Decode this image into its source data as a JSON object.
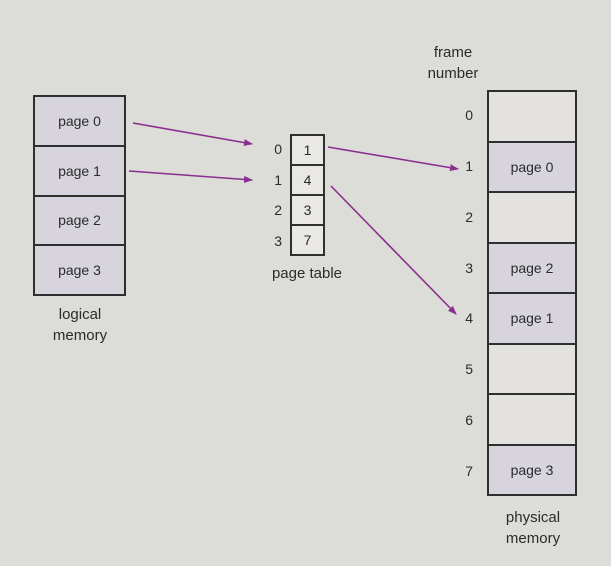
{
  "colors": {
    "background": "#dcdcd8",
    "page_cell_fill": "#d7d4dd",
    "empty_frame_fill": "#e3e2de",
    "page_table_cell_fill": "#e9e8e5",
    "border": "#2f2f2f",
    "text": "#2b2b2b",
    "arrow": "#8a2f8f"
  },
  "logical_memory": {
    "label_line1": "logical",
    "label_line2": "memory",
    "pages": [
      {
        "label": "page 0"
      },
      {
        "label": "page 1"
      },
      {
        "label": "page 2"
      },
      {
        "label": "page 3"
      }
    ]
  },
  "page_table": {
    "label": "page table",
    "entries": [
      {
        "index": "0",
        "value": "1"
      },
      {
        "index": "1",
        "value": "4"
      },
      {
        "index": "2",
        "value": "3"
      },
      {
        "index": "3",
        "value": "7"
      }
    ]
  },
  "physical_memory": {
    "header_line1": "frame",
    "header_line2": "number",
    "label_line1": "physical",
    "label_line2": "memory",
    "frames": [
      {
        "number": "0",
        "content": ""
      },
      {
        "number": "1",
        "content": "page 0"
      },
      {
        "number": "2",
        "content": ""
      },
      {
        "number": "3",
        "content": "page 2"
      },
      {
        "number": "4",
        "content": "page 1"
      },
      {
        "number": "5",
        "content": ""
      },
      {
        "number": "6",
        "content": ""
      },
      {
        "number": "7",
        "content": "page 3"
      }
    ]
  },
  "mappings": [
    {
      "logical_page": "page 0",
      "page_table_index": 0,
      "frame_number": 1
    },
    {
      "logical_page": "page 1",
      "page_table_index": 1,
      "frame_number": 4
    }
  ]
}
